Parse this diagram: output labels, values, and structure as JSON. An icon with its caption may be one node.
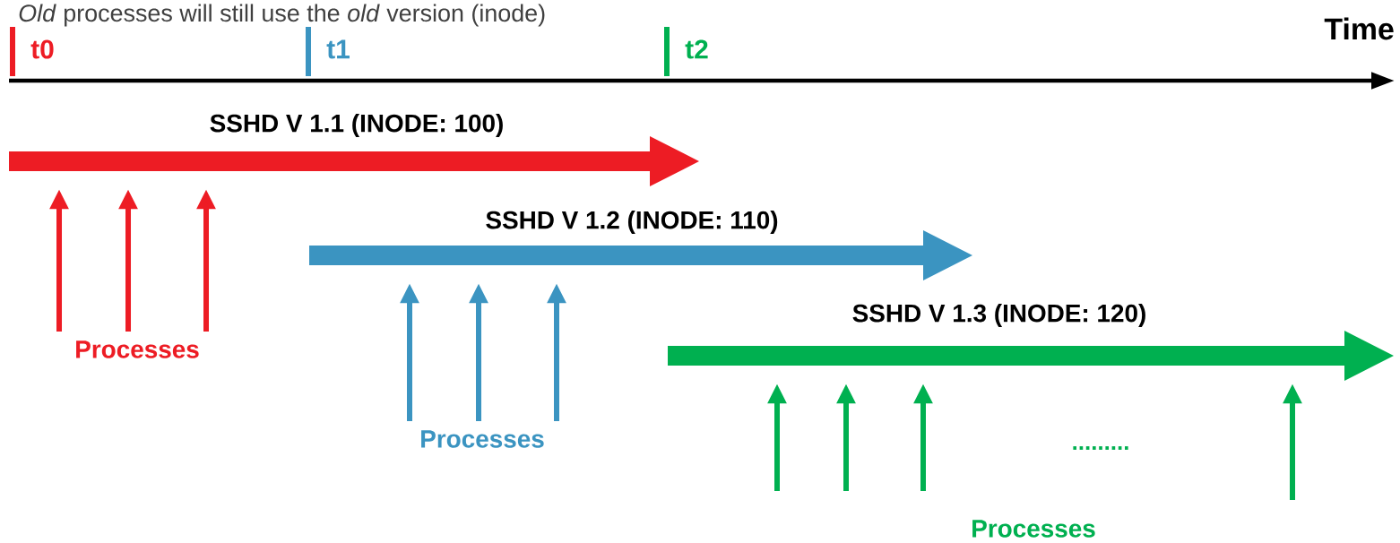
{
  "diagram": {
    "nodes": [
      {
        "text": [
          "SSHD V 1.1 (INODE: 100)"
        ]
      },
      {
        "text": [
          "Processes"
        ]
      },
      {
        "text": [
          "SSHD  V 1.2 (INODE: 110)"
        ]
      },
      {
        "text": [
          "Processes"
        ]
      },
      {
        "text": [
          "SSHD  V 1.3 (INODE: 120)"
        ]
      },
      {
        "text": [
          "Processes"
        ]
      }
    ],
    "edges": [
      {
        "from": 1,
        "to": 0,
        "arrow": "to",
        "color": "#ed1c24"
      },
      {
        "from": 1,
        "to": 0,
        "arrow": "to",
        "color": "#ed1c24"
      },
      {
        "from": 1,
        "to": 0,
        "arrow": "to",
        "color": "#ed1c24"
      },
      {
        "from": 3,
        "to": 2,
        "arrow": "to",
        "color": "#3b94c1"
      },
      {
        "from": 3,
        "to": 2,
        "arrow": "to",
        "color": "#3b94c1"
      },
      {
        "from": 3,
        "to": 2,
        "arrow": "to",
        "color": "#3b94c1"
      },
      {
        "from": null,
        "to": 4,
        "arrow": "to",
        "color": "#00b050"
      },
      {
        "from": null,
        "to": 4,
        "arrow": "to",
        "color": "#00b050"
      },
      {
        "from": null,
        "to": 4,
        "arrow": "to",
        "color": "#00b050"
      },
      {
        "from": null,
        "to": 4,
        "arrow": "to",
        "color": "#00b050"
      }
    ],
    "labels": [
      "*Old* processes will still use the *old* version (inode)",
      "t0",
      "t1",
      "t2",
      "Time",
      "........."
    ]
  }
}
